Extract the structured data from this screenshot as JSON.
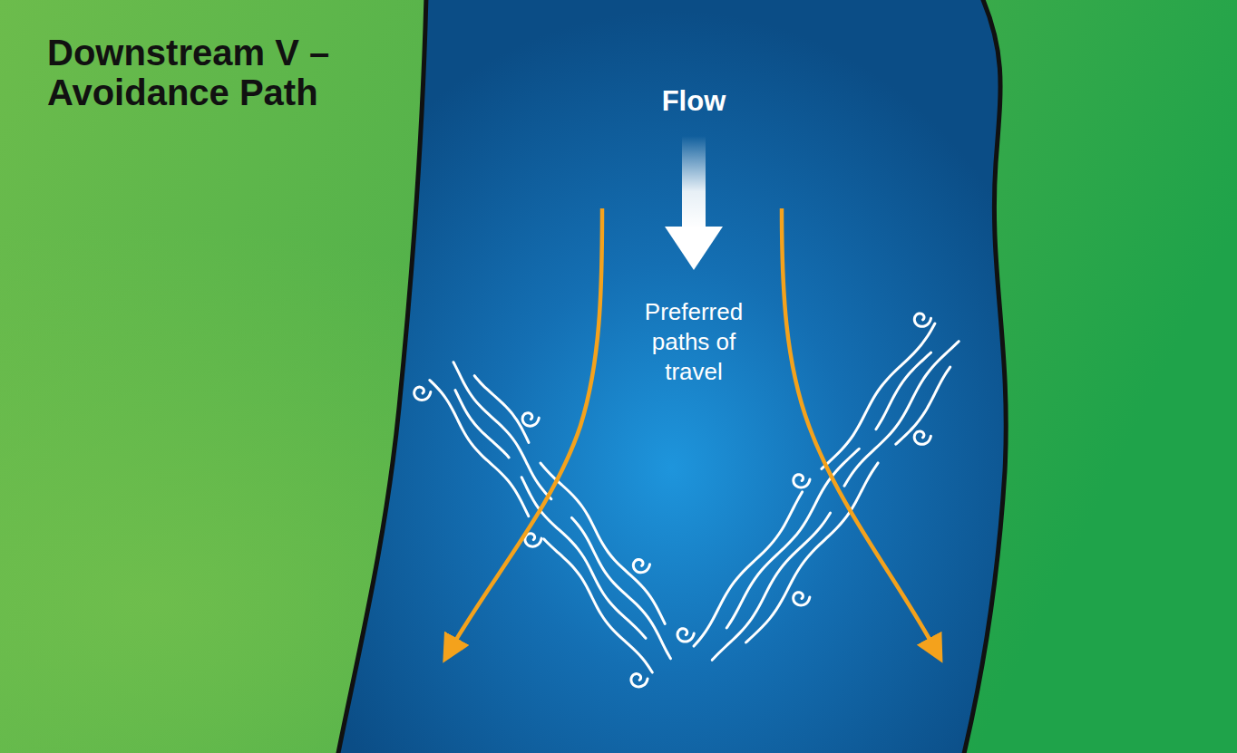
{
  "diagram": {
    "title": "Downstream V – Avoidance Path",
    "labels": [
      "Flow",
      "Preferred paths of travel"
    ]
  }
}
